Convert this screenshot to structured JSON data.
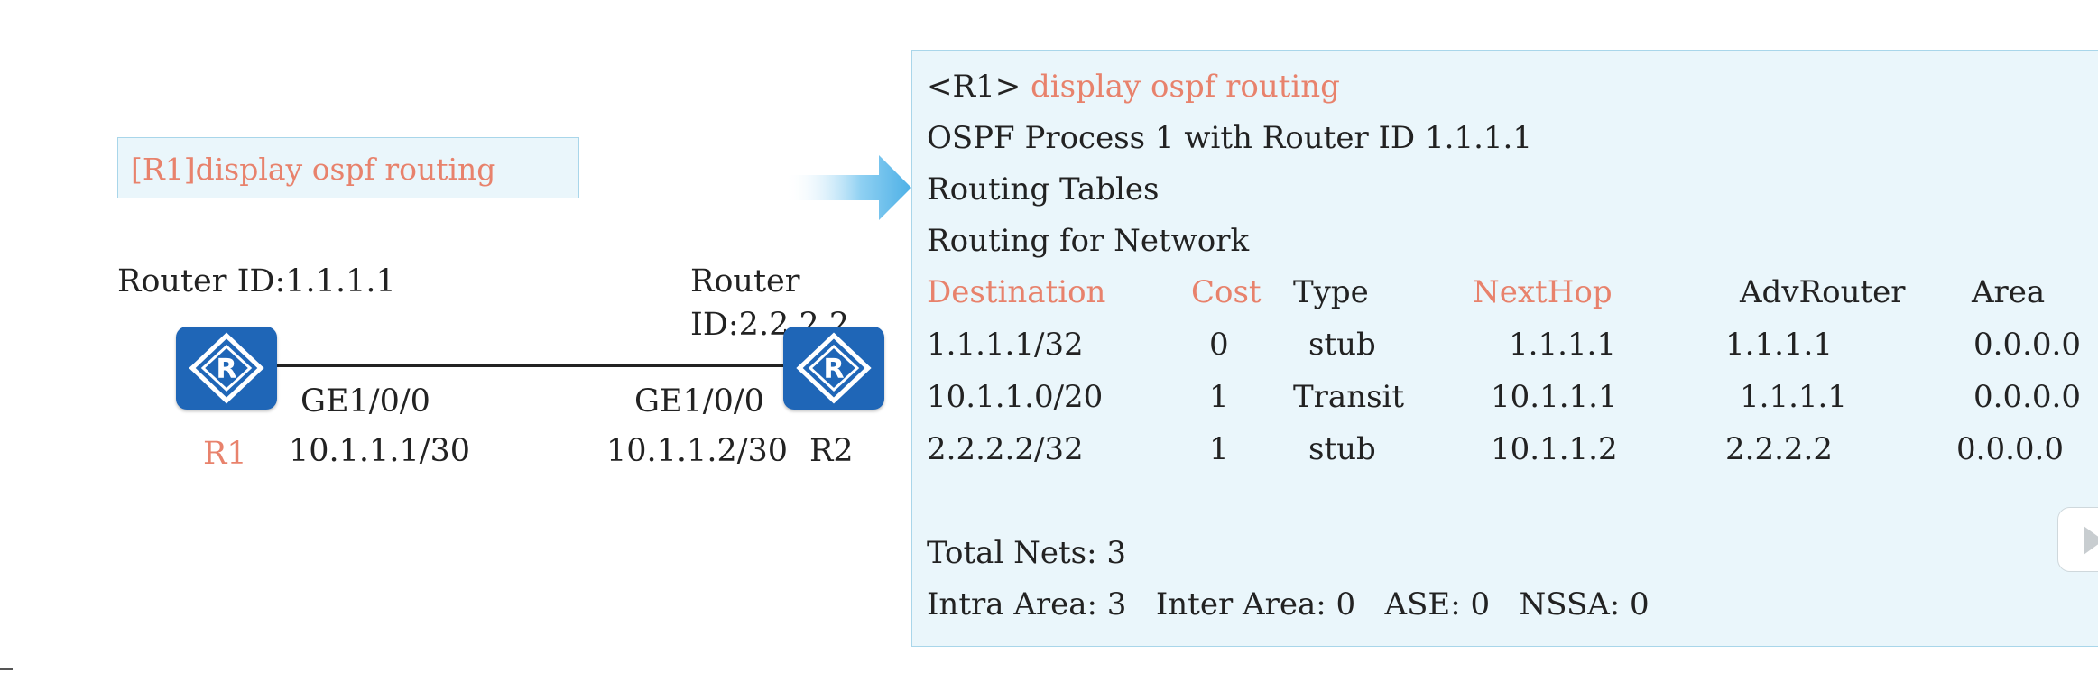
{
  "left_diagram": {
    "command_box": "[R1]display ospf routing",
    "r1": {
      "router_id": "Router ID:1.1.1.1",
      "name": "R1",
      "interface": "GE1/0/0",
      "ip": "10.1.1.1/30",
      "icon_letter": "R"
    },
    "r2": {
      "router_id_line1": "Router",
      "router_id_line2": "ID:2.2.2.2",
      "name": "R2",
      "interface": "GE1/0/0",
      "ip": "10.1.1.2/30",
      "icon_letter": "R"
    }
  },
  "terminal": {
    "prompt": "<R1>",
    "command": "display ospf routing",
    "process_line": "OSPF Process 1 with Router ID 1.1.1.1",
    "routing_tables": "Routing Tables",
    "routing_for_network": "Routing for Network",
    "headers": {
      "destination": "Destination",
      "cost": "Cost",
      "type": "Type",
      "nexthop": "NextHop",
      "advrouter": "AdvRouter",
      "area": "Area"
    },
    "rows": [
      {
        "destination": "1.1.1.1/32",
        "cost": "0",
        "type": "stub",
        "nexthop": "1.1.1.1",
        "advrouter": "1.1.1.1",
        "area": "0.0.0.0"
      },
      {
        "destination": "10.1.1.0/20",
        "cost": "1",
        "type": "Transit",
        "nexthop": "10.1.1.1",
        "advrouter": "1.1.1.1",
        "area": "0.0.0.0"
      },
      {
        "destination": "2.2.2.2/32",
        "cost": "1",
        "type": "stub",
        "nexthop": "10.1.1.2",
        "advrouter": "2.2.2.2",
        "area": "0.0.0.0"
      }
    ],
    "total_nets": "Total Nets: 3",
    "summary": "Intra Area: 3   Inter Area: 0   ASE: 0   NSSA: 0"
  },
  "colors": {
    "accent_red": "#e8826c",
    "router_blue": "#1f66b7",
    "panel_bg": "#eaf6fb",
    "arrow_blue": "#4db0e6"
  },
  "icons": {
    "router": "router-diamond-icon",
    "arrow": "arrow-right-icon",
    "scroll": "play-triangle-icon"
  }
}
